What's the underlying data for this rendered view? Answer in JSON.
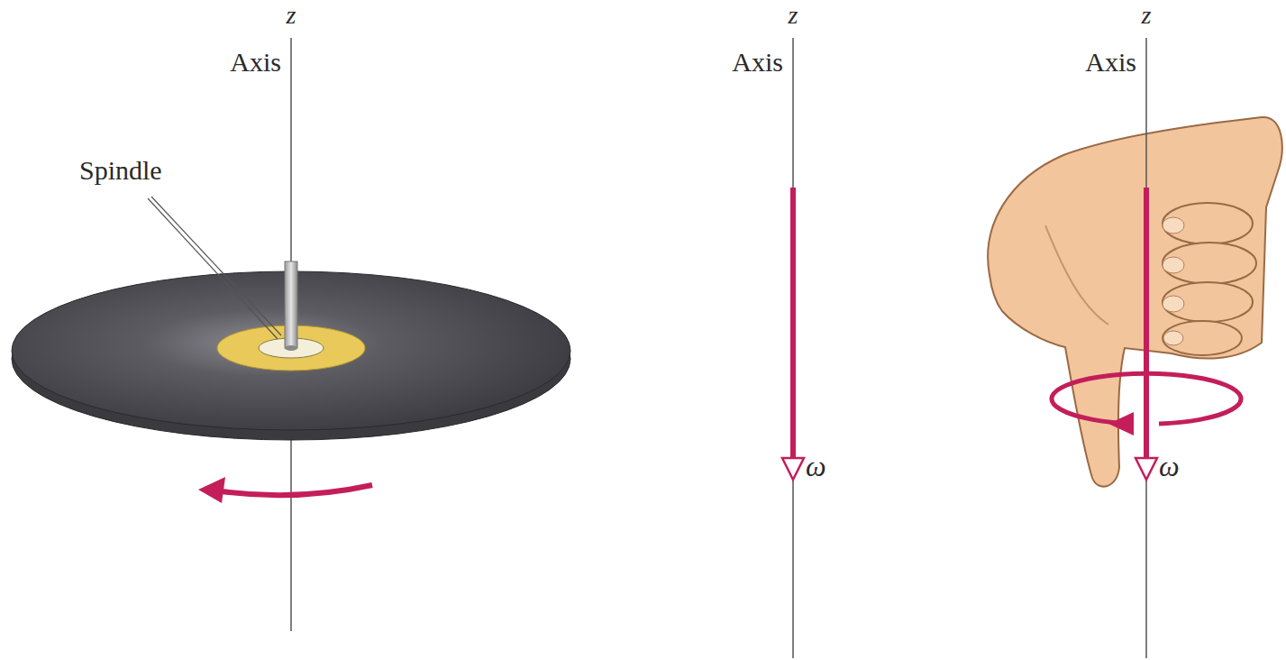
{
  "diagram": {
    "labels": [
      "z",
      "Axis",
      "Spindle",
      "z",
      "Axis",
      "ω⃗",
      "z",
      "Axis",
      "ω⃗"
    ]
  }
}
